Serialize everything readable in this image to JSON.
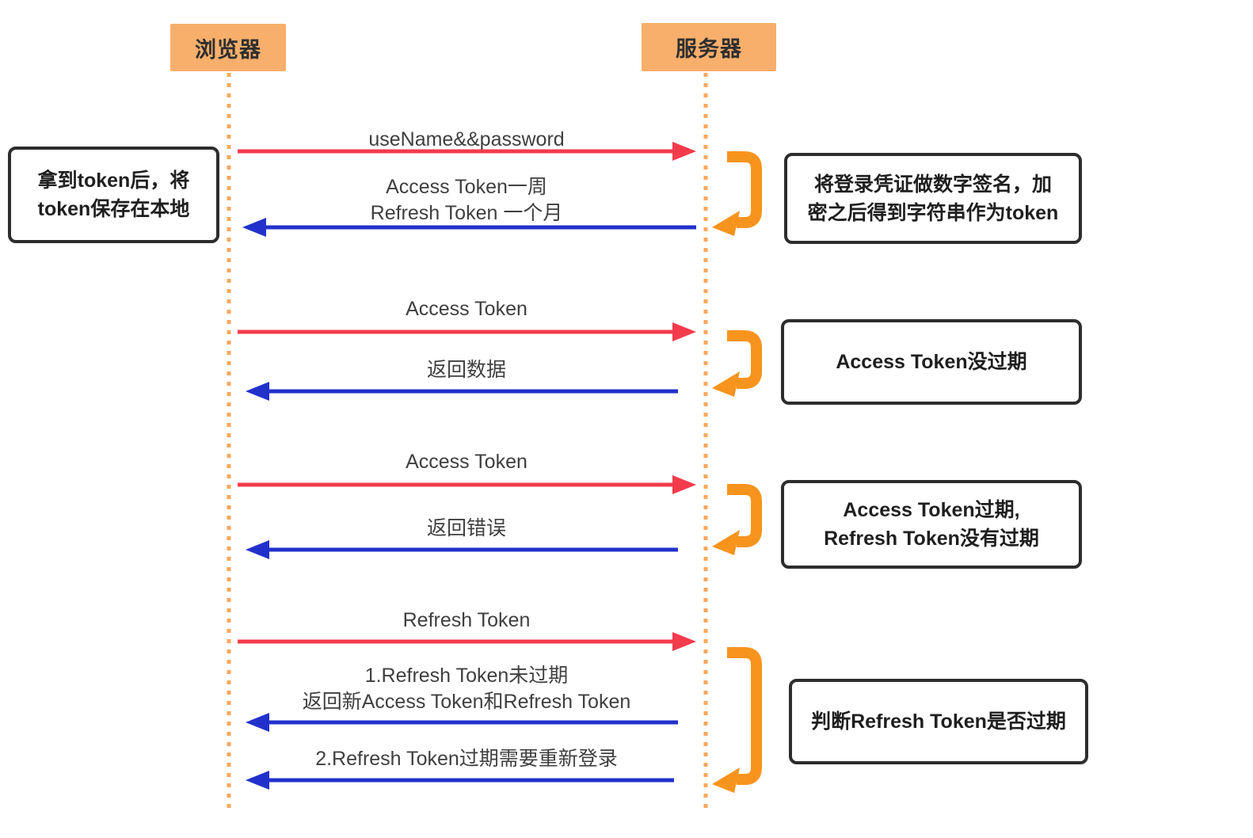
{
  "actors": [
    {
      "id": "browser",
      "label": "浏览器"
    },
    {
      "id": "server",
      "label": "服务器"
    }
  ],
  "messages": [
    {
      "from": "browser",
      "to": "server",
      "type": "request",
      "label": "useName&&password"
    },
    {
      "from": "server",
      "to": "browser",
      "type": "response",
      "label": "Access Token一周\nRefresh Token 一个月"
    },
    {
      "from": "browser",
      "to": "server",
      "type": "request",
      "label": "Access Token"
    },
    {
      "from": "server",
      "to": "browser",
      "type": "response",
      "label": "返回数据"
    },
    {
      "from": "browser",
      "to": "server",
      "type": "request",
      "label": "Access Token"
    },
    {
      "from": "server",
      "to": "browser",
      "type": "response",
      "label": "返回错误"
    },
    {
      "from": "browser",
      "to": "server",
      "type": "request",
      "label": "Refresh Token"
    },
    {
      "from": "server",
      "to": "browser",
      "type": "response",
      "label": "1.Refresh Token未过期\n返回新Access Token和Refresh Token"
    },
    {
      "from": "server",
      "to": "browser",
      "type": "response",
      "label": "2.Refresh Token过期需要重新登录"
    }
  ],
  "notes": [
    {
      "side": "left",
      "label": "拿到token后，将\ntoken保存在本地"
    },
    {
      "side": "right",
      "label": "将登录凭证做数字签名，加\n密之后得到字符串作为token"
    },
    {
      "side": "right",
      "label": "Access Token没过期"
    },
    {
      "side": "right",
      "label": "Access Token过期,\nRefresh Token没有过期"
    },
    {
      "side": "right",
      "label": "判断Refresh Token是否过期"
    }
  ],
  "colors": {
    "request_arrow": "#F43B4C",
    "response_arrow": "#2231CB",
    "actor_fill": "#F8AF6B",
    "lifeline": "#F9A85E",
    "loop": "#F7941E",
    "note_border": "#2D2D2D",
    "message_text": "#3F3F3F",
    "note_text": "#1F1F1F",
    "actor_text": "#2F2F2F",
    "background": "#FFFFFF"
  }
}
